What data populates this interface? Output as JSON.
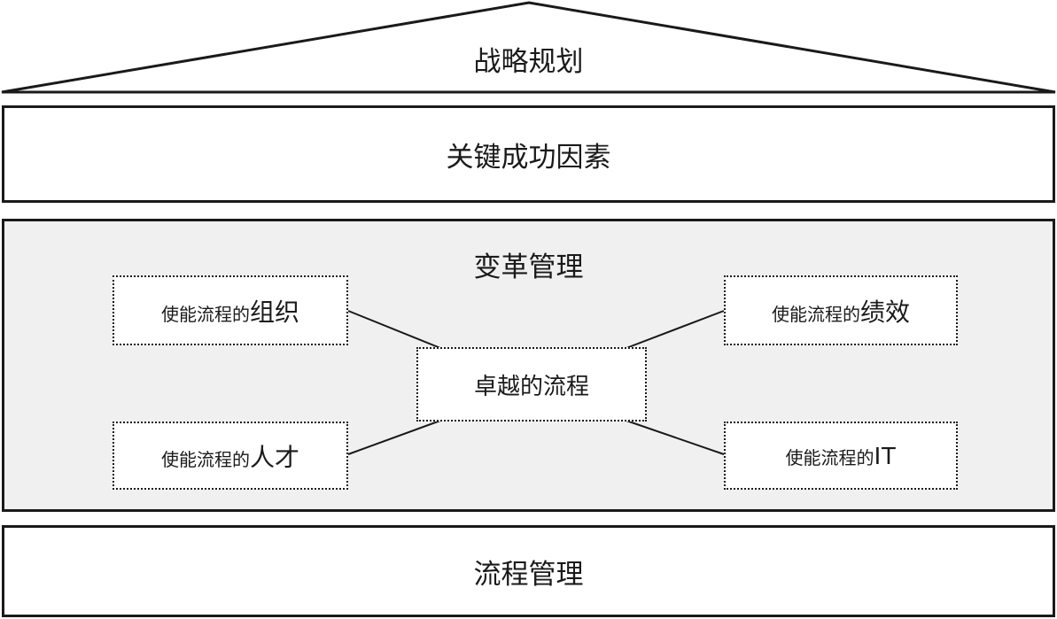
{
  "diagram": {
    "roof": {
      "label": "战略规划"
    },
    "csf_bar": {
      "label": "关键成功因素"
    },
    "change_panel": {
      "label": "变革管理",
      "center_box": {
        "label": "卓越的流程"
      },
      "enablers": [
        {
          "prefix": "使能流程的",
          "term": "组织",
          "position": "top-left"
        },
        {
          "prefix": "使能流程的",
          "term": "绩效",
          "position": "top-right"
        },
        {
          "prefix": "使能流程的",
          "term": "人才",
          "position": "bottom-left"
        },
        {
          "prefix": "使能流程的",
          "term": "IT",
          "position": "bottom-right"
        }
      ]
    },
    "process_bar": {
      "label": "流程管理"
    },
    "colors": {
      "line": "#1a1a1a",
      "text": "#1a1a1a",
      "panel_fill": "#f0f0f0",
      "box_fill": "#ffffff",
      "background": "#ffffff"
    }
  }
}
